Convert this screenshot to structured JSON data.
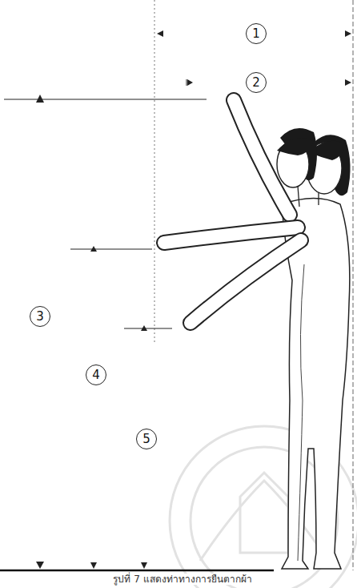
{
  "diagram": {
    "caption": "รูปที่ 7 แสดงท่าทางการยืนตากผ้า",
    "labels": [
      "1",
      "2",
      "3",
      "4",
      "5"
    ]
  }
}
